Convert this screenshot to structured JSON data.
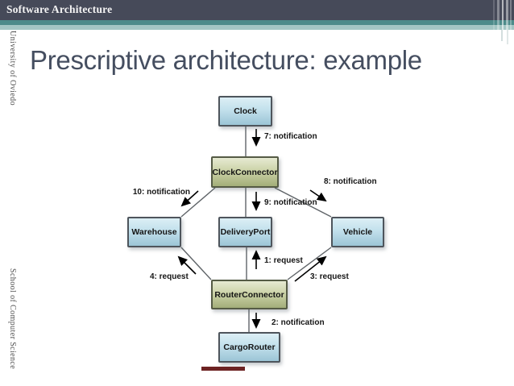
{
  "header": {
    "bar_title": "Software Architecture"
  },
  "sidebar": {
    "top_text": "University of Oviedo",
    "bottom_text": "School of Computer Science"
  },
  "slide": {
    "title": "Prescriptive architecture: example"
  },
  "diagram": {
    "nodes": [
      {
        "label": "Clock"
      },
      {
        "label": "ClockConnector"
      },
      {
        "label": "Warehouse"
      },
      {
        "label": "DeliveryPort"
      },
      {
        "label": "Vehicle"
      },
      {
        "label": "RouterConnector"
      },
      {
        "label": "CargoRouter"
      }
    ],
    "messages": [
      {
        "label": "7: notification"
      },
      {
        "label": "8: notification"
      },
      {
        "label": "9: notification"
      },
      {
        "label": "10: notification"
      },
      {
        "label": "1: request"
      },
      {
        "label": "3: request"
      },
      {
        "label": "4: request"
      },
      {
        "label": "2: notification"
      }
    ]
  },
  "colors": {
    "header_bar": "#464a59",
    "teal_stripe": "#4d8b8a",
    "light_teal_stripe": "#a4c6c4",
    "title_text": "#454e60",
    "component_fill": "#9cc5d6",
    "connector_fill": "#a3ae79",
    "footer_fragment": "#6d2323"
  }
}
